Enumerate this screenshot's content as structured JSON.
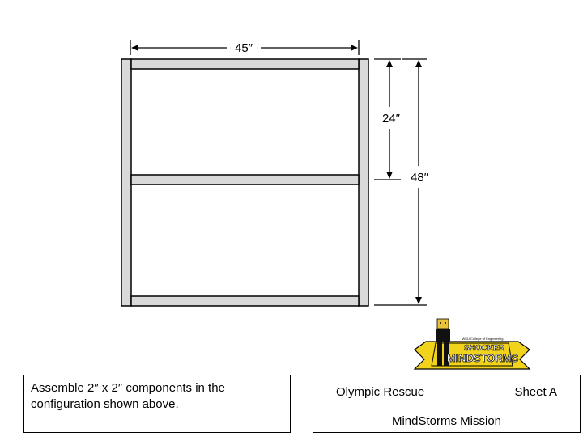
{
  "dimensions": {
    "width_label": "45″",
    "short_height_label": "24″",
    "full_height_label": "48″"
  },
  "note": "Assemble 2″ x 2″ components in the configuration shown above.",
  "title_block": {
    "project": "Olympic Rescue",
    "sheet": "Sheet A",
    "subtitle": "MindStorms Mission"
  },
  "logo": {
    "line1": "WSU College of Engineering",
    "line2": "SHOCKER",
    "line3": "MINDSTORMS"
  },
  "colors": {
    "component_fill": "#d9d9d9",
    "outline": "#000000",
    "logo_yellow": "#f2d31b"
  }
}
